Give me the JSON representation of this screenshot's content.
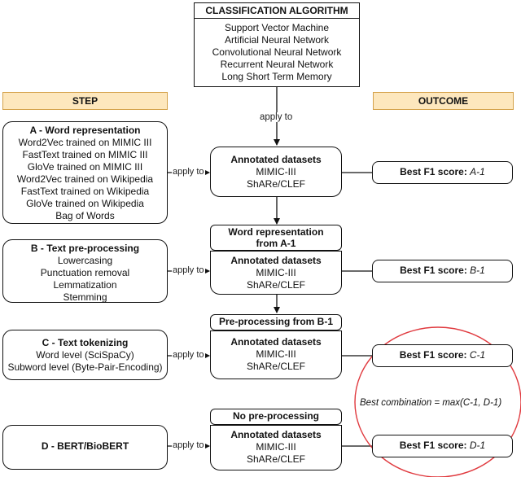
{
  "algorithm": {
    "title": "CLASSIFICATION ALGORITHM",
    "items": [
      "Support Vector Machine",
      "Artificial Neural Network",
      "Convolutional Neural Network",
      "Recurrent Neural Network",
      "Long Short Term Memory"
    ]
  },
  "headers": {
    "step": "STEP",
    "outcome": "OUTCOME"
  },
  "apply_to_top": "apply to",
  "apply_to": "apply to",
  "steps": {
    "a": {
      "title": "A - Word representation",
      "items": [
        "Word2Vec trained on MIMIC III",
        "FastText trained on MIMIC III",
        "GloVe trained on MIMIC III",
        "Word2Vec trained on Wikipedia",
        "FastText trained on Wikipedia",
        "GloVe trained on Wikipedia",
        "Bag of Words"
      ]
    },
    "b": {
      "title": "B - Text pre-processing",
      "items": [
        "Lowercasing",
        "Punctuation removal",
        "Lemmatization",
        "Stemming"
      ]
    },
    "c": {
      "title": "C - Text tokenizing",
      "items": [
        "Word level (SciSpaCy)",
        "Subword level (Byte-Pair-Encoding)"
      ]
    },
    "d": {
      "title": "D - BERT/BioBERT"
    }
  },
  "datasets": {
    "title": "Annotated datasets",
    "line1": "MIMIC-III",
    "line2": "ShARe/CLEF"
  },
  "carry": {
    "word_rep_line1": "Word representation",
    "word_rep_line2": "from A-1",
    "preproc": "Pre-processing from B-1",
    "no_preproc": "No pre-processing"
  },
  "outcomes": {
    "label": "Best F1 score:",
    "a": "A-1",
    "b": "B-1",
    "c": "C-1",
    "d": "D-1"
  },
  "combination": "Best combination = max(C-1, D-1)"
}
